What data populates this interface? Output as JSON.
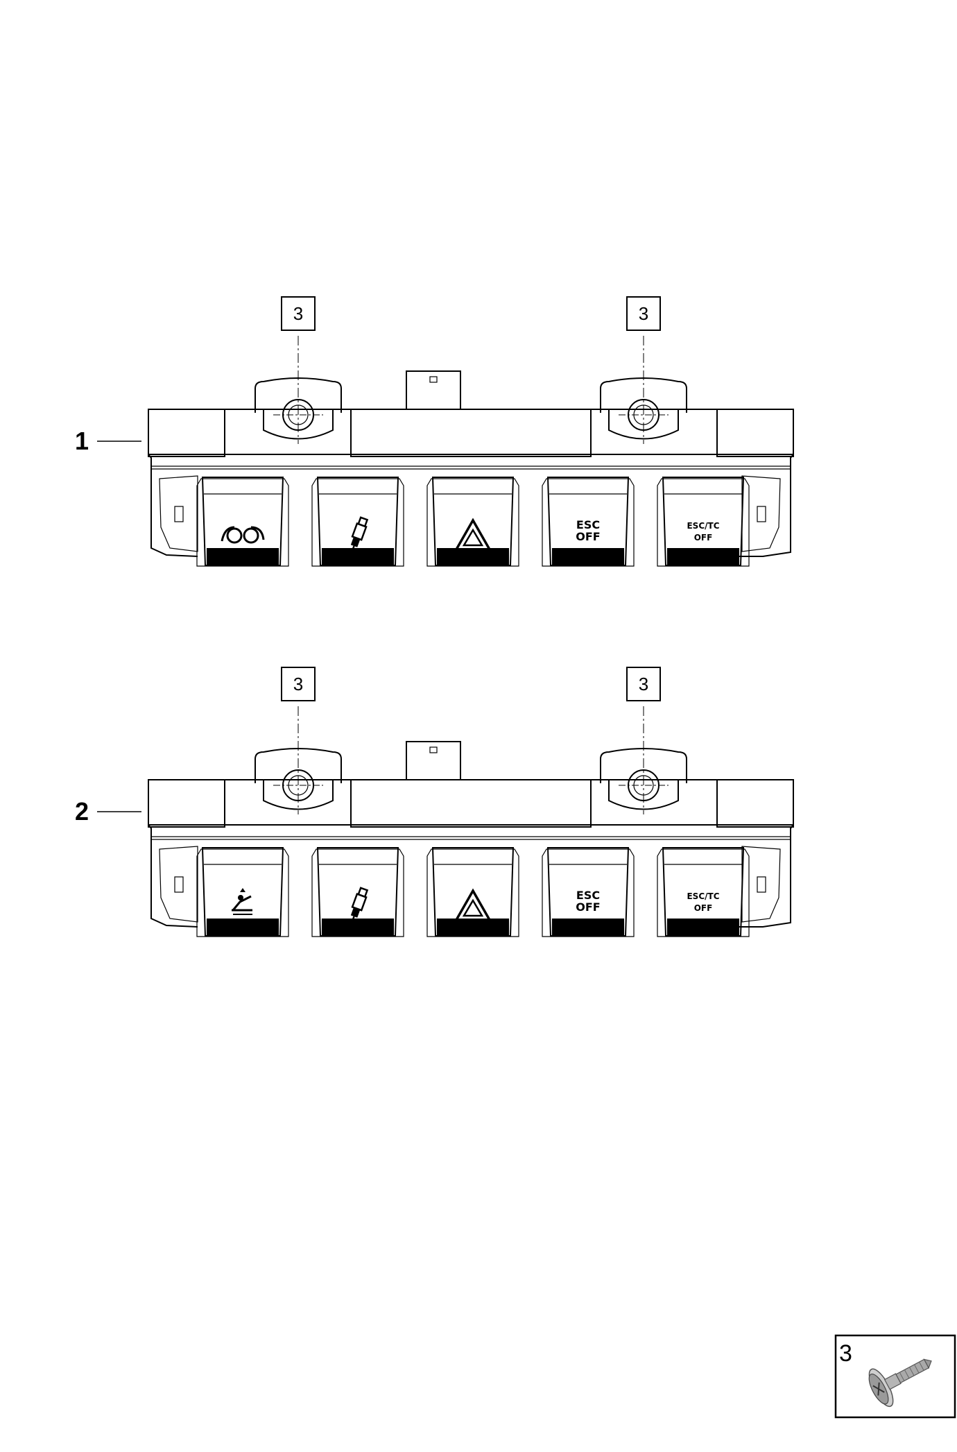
{
  "assemblies": [
    {
      "item_number": "1",
      "buttons": [
        {
          "icon": "tire-pressure-icon",
          "lines": []
        },
        {
          "icon": "glow-plug-icon",
          "lines": []
        },
        {
          "icon": "hazard-warning-icon",
          "lines": []
        },
        {
          "icon": "",
          "lines": [
            "ESC",
            "OFF"
          ]
        },
        {
          "icon": "",
          "lines": [
            "ESC/TC",
            "OFF"
          ]
        }
      ],
      "callouts": [
        "3",
        "3"
      ]
    },
    {
      "item_number": "2",
      "buttons": [
        {
          "icon": "suspension-height-icon",
          "lines": []
        },
        {
          "icon": "glow-plug-icon",
          "lines": []
        },
        {
          "icon": "hazard-warning-icon",
          "lines": []
        },
        {
          "icon": "",
          "lines": [
            "ESC",
            "OFF"
          ]
        },
        {
          "icon": "",
          "lines": [
            "ESC/TC",
            "OFF"
          ]
        }
      ],
      "callouts": [
        "3",
        "3"
      ]
    }
  ],
  "inset": {
    "label": "3",
    "icon": "screw-icon"
  }
}
